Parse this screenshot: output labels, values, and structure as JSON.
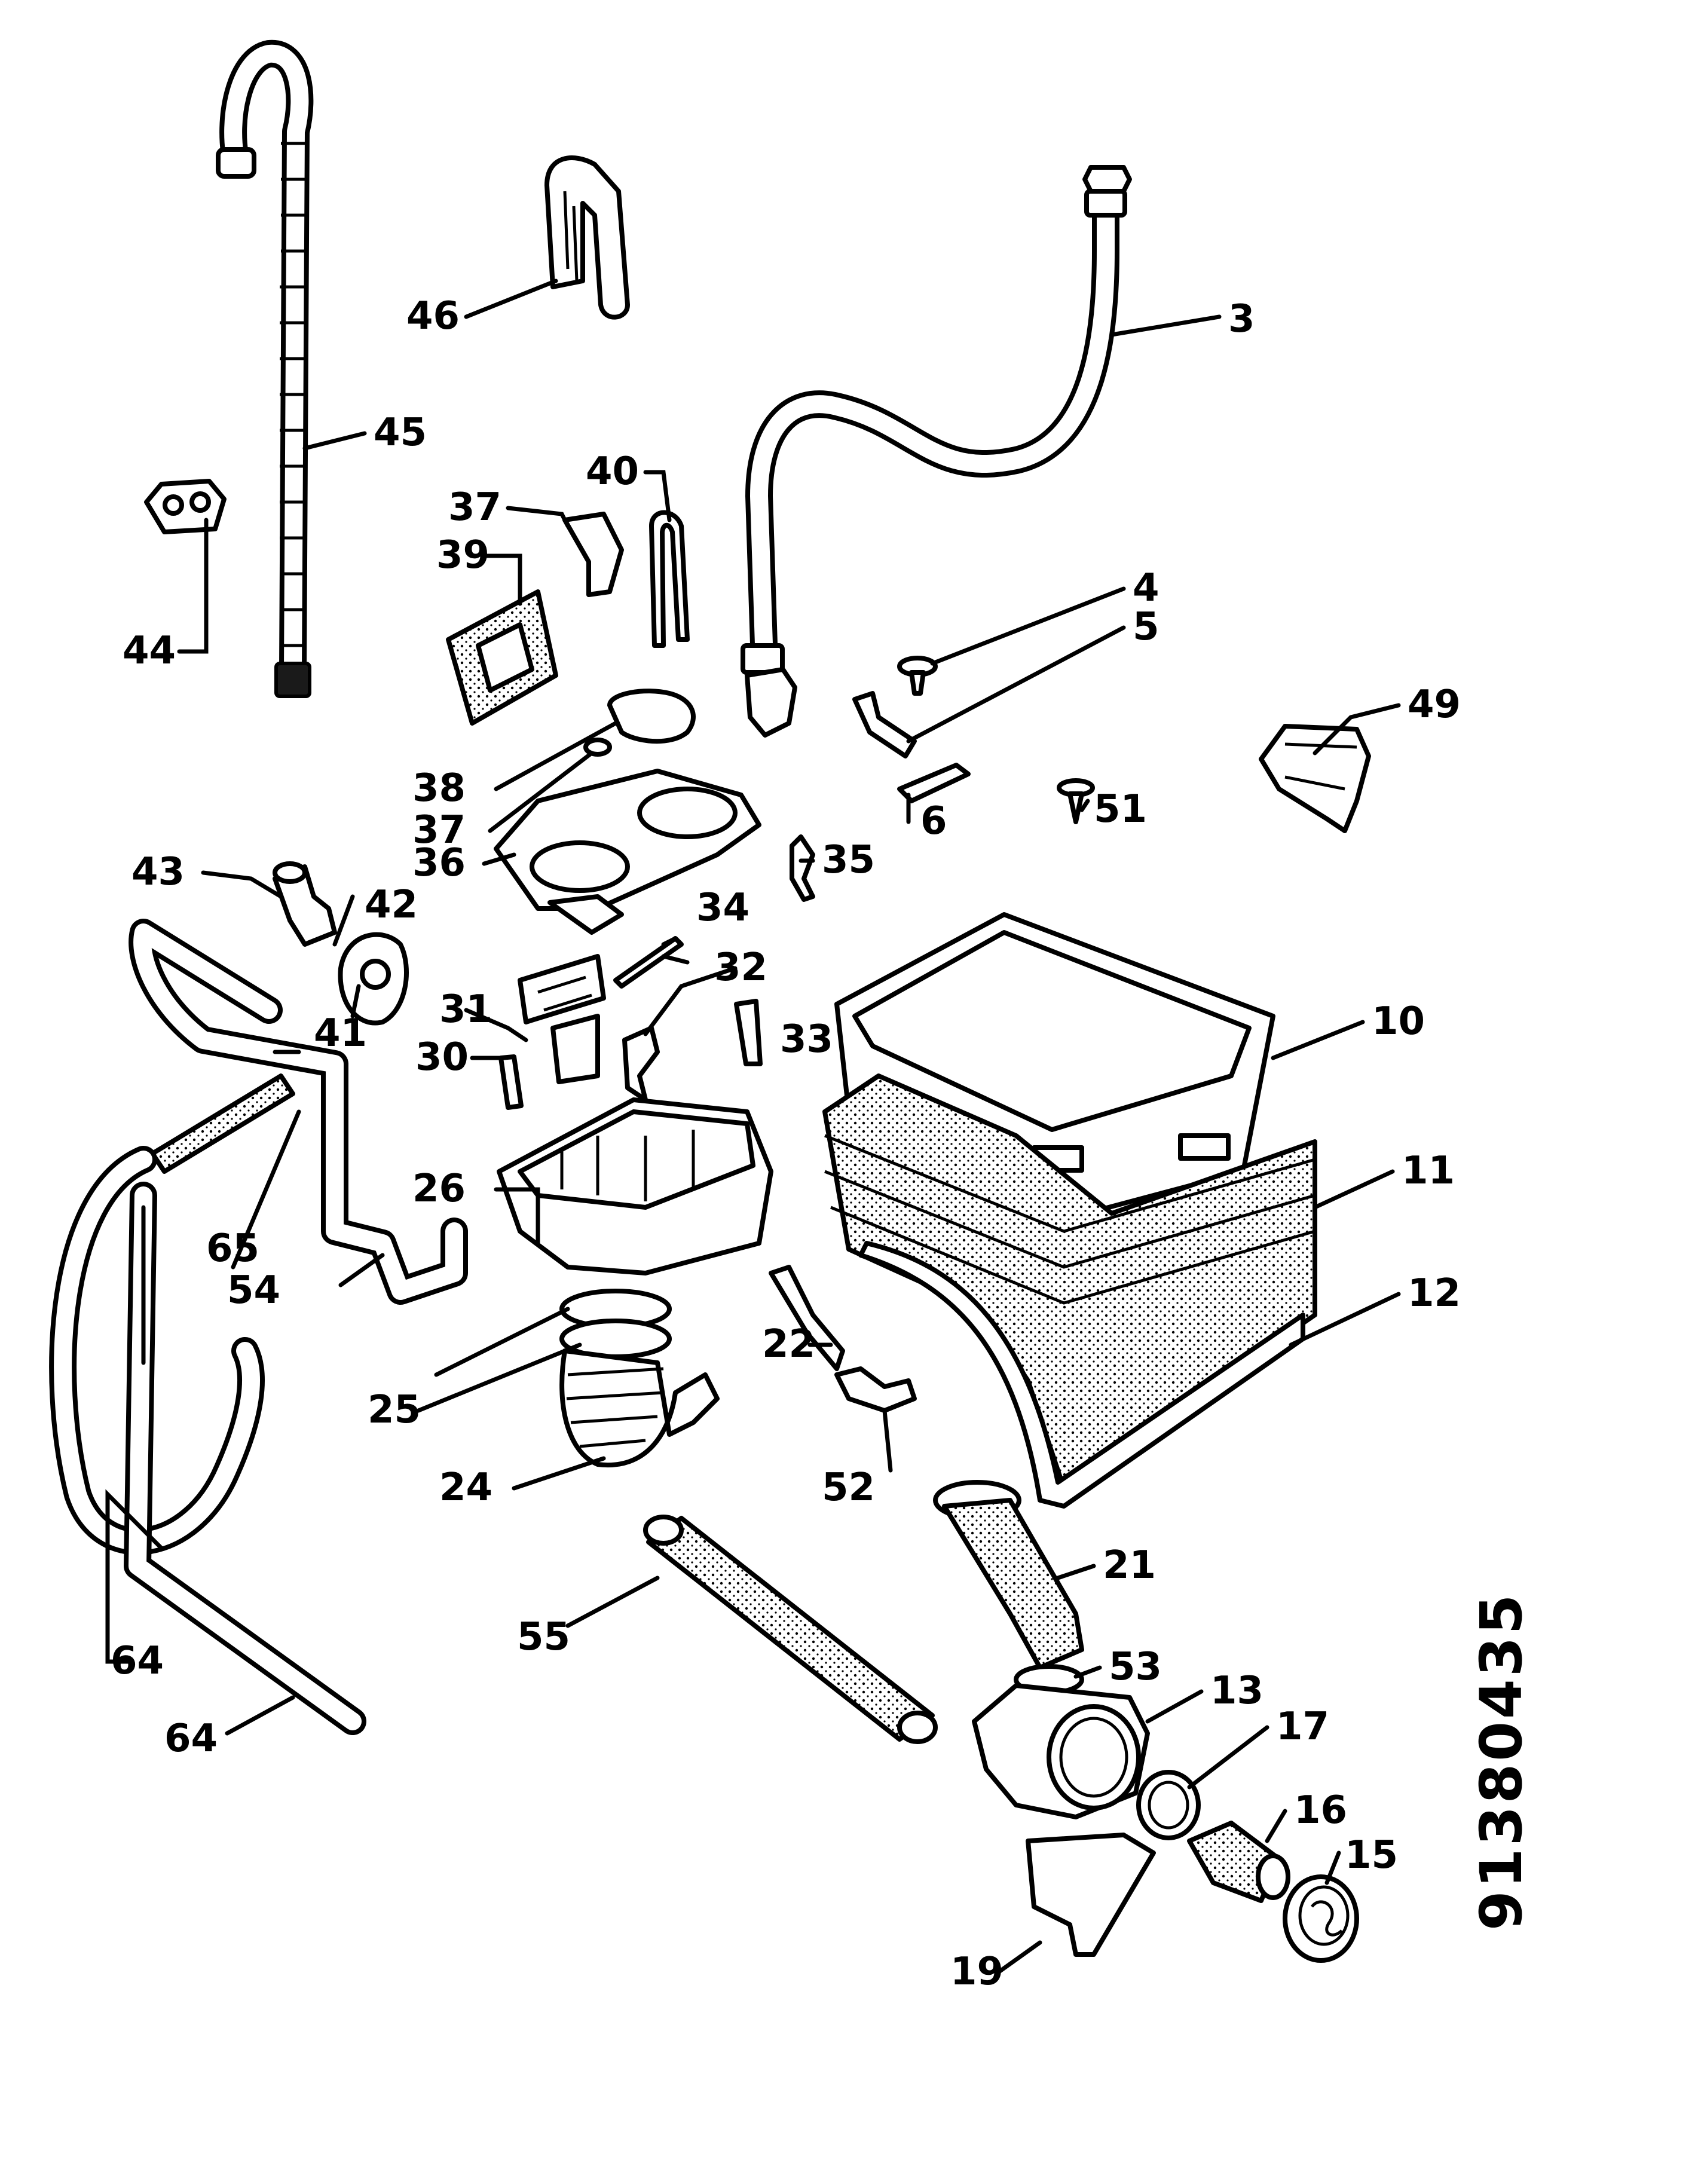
{
  "diagram": {
    "labels": {
      "l3": "3",
      "l4": "4",
      "l5": "5",
      "l6": "6",
      "l10": "10",
      "l11": "11",
      "l12": "12",
      "l13": "13",
      "l15": "15",
      "l16": "16",
      "l17": "17",
      "l19": "19",
      "l21": "21",
      "l22": "22",
      "l24": "24",
      "l25": "25",
      "l26": "26",
      "l30": "30",
      "l31": "31",
      "l32": "32",
      "l33": "33",
      "l34": "34",
      "l35": "35",
      "l36": "36",
      "l37a": "37",
      "l37b": "37",
      "l38": "38",
      "l39": "39",
      "l40": "40",
      "l41": "41",
      "l42": "42",
      "l43": "43",
      "l44": "44",
      "l45": "45",
      "l46": "46",
      "l49": "49",
      "l51": "51",
      "l52": "52",
      "l53": "53",
      "l54": "54",
      "l55": "55",
      "l64a": "64",
      "l64b": "64",
      "l65": "65"
    },
    "drawing_code": "91380435"
  }
}
